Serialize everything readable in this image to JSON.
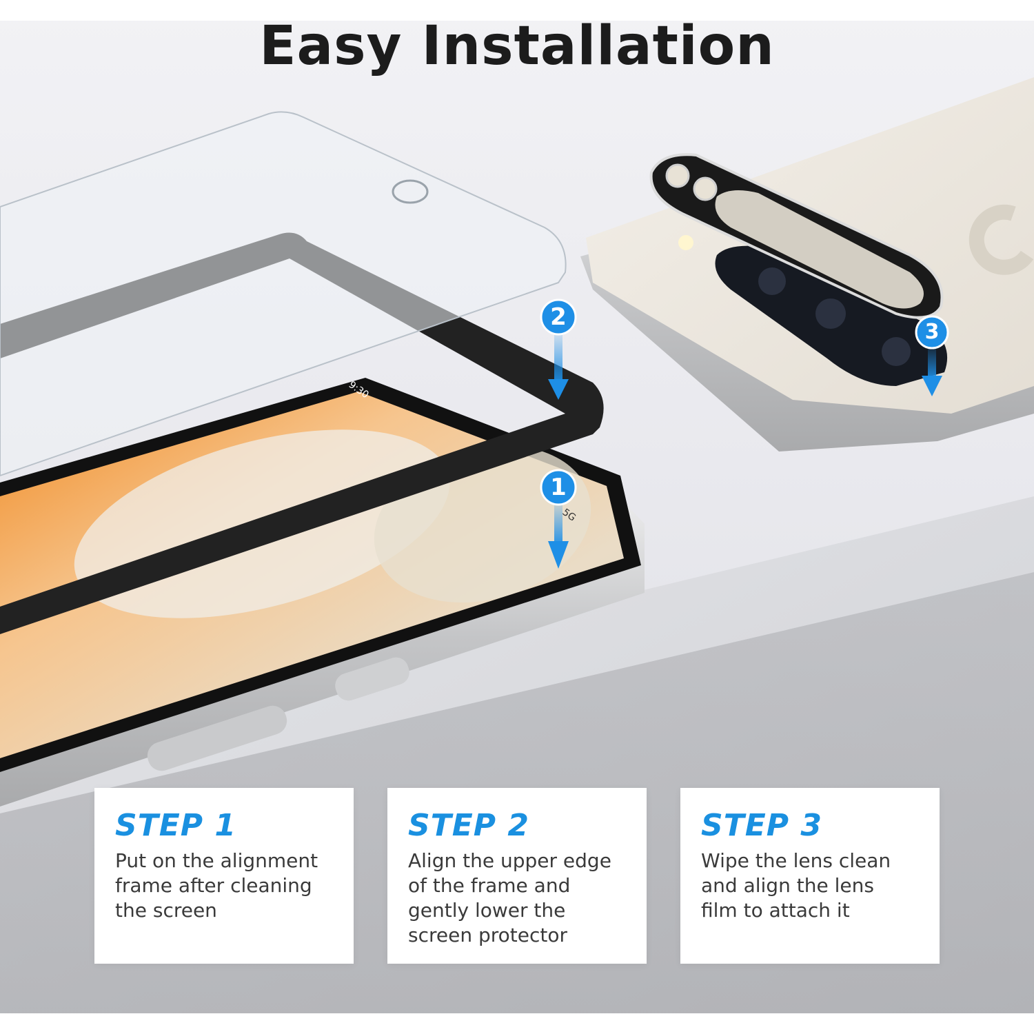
{
  "title": "Easy Installation",
  "screen": {
    "status_time": "9:30",
    "network": "5G"
  },
  "markers": [
    {
      "label": "1",
      "target": "phone-screen"
    },
    {
      "label": "2",
      "target": "screen-protector"
    },
    {
      "label": "3",
      "target": "camera-lens"
    }
  ],
  "steps": [
    {
      "heading": "STEP 1",
      "text": [
        "Put on the alignment",
        "frame after cleaning",
        "the screen"
      ]
    },
    {
      "heading": "STEP 2",
      "text": [
        "Align the upper edge",
        "of the frame and",
        "gently lower the",
        "screen protector"
      ]
    },
    {
      "heading": "STEP 3",
      "text": [
        "Wipe the lens clean",
        "and align the lens",
        "film to attach it"
      ]
    }
  ],
  "colors": {
    "accent": "#1a90e0",
    "marker": "#1e8fe6",
    "title": "#1c1c1c",
    "body_text": "#3a3a3a",
    "frame": "#222222",
    "phone_back": "#ece7df",
    "camera_bar": "#161a22"
  }
}
